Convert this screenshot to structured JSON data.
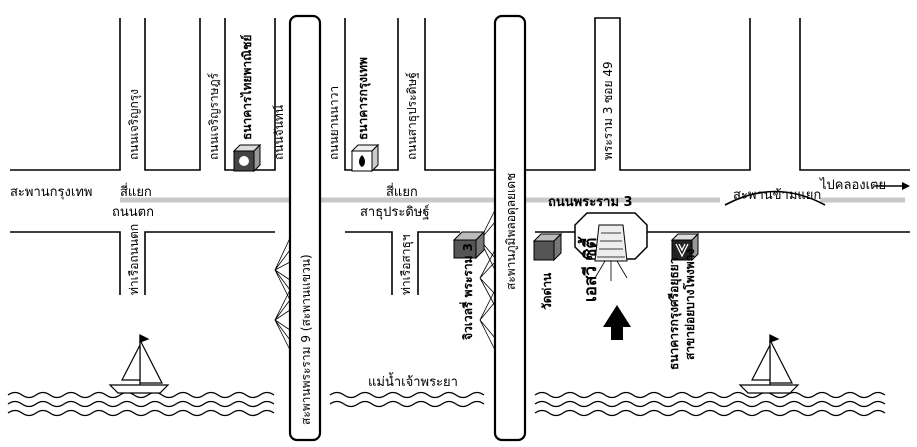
{
  "map": {
    "bridges": {
      "krungthep": "สะพานกรุงเทพ",
      "rama9": "สะพานพระราม 9 (สะพานแขวน)",
      "bhumibol": "สะพานภูมิพลอดุลยเดช",
      "flyover": "สะพานข้ามแยก"
    },
    "roads": {
      "rama3": "ถนนพระราม 3",
      "charoenkrung": "ถนนเจริญกรุง",
      "charoenrat": "ถนนเจริญราษฎร์",
      "chan": "ถนนจันทน์",
      "yan_kai": "ถนนยานนาวา",
      "sathupradit": "ถนนสาธุประดิษฐ์",
      "rama3_soi49": "พระราม 3 ซอย 49",
      "thanon_tok": "ถนนตก"
    },
    "intersections": {
      "thanon_tok": "สี่แยก\nถนนตก",
      "sathupradit": "สี่แยก\nสาธุประดิษฐ์"
    },
    "piers": {
      "thanon_tok": "ท่าเรือถนนตก",
      "sathupradit": "ท่าเรือสาธุฯ"
    },
    "banks": {
      "thai_panich": "ธนาคารไทยพาณิชย์",
      "krungthep": "ธนาคารกรุงเทพ",
      "ayudhya": "ธนาคารกรุงศรีอยุธยา\nสาขาย่อยบางโพงพาง"
    },
    "landmarks": {
      "jewelry": "จิวเวลรี่ พระราม 3",
      "wat": "วัดด่าน",
      "lsv_city": "เอสวี ซิตี้"
    },
    "river": "แม่น้ำเจ้าพระยา",
    "direction": "ไปคลองเตย"
  },
  "colors": {
    "road_outline": "#000000",
    "main_road": "#c8c8c8",
    "background": "#ffffff"
  },
  "icons": {
    "bank_scb": "scb-bank-icon",
    "bank_bbl": "bbl-bank-icon",
    "building": "building-icon",
    "arrow": "arrow-up-icon",
    "boat": "sailboat-icon"
  }
}
